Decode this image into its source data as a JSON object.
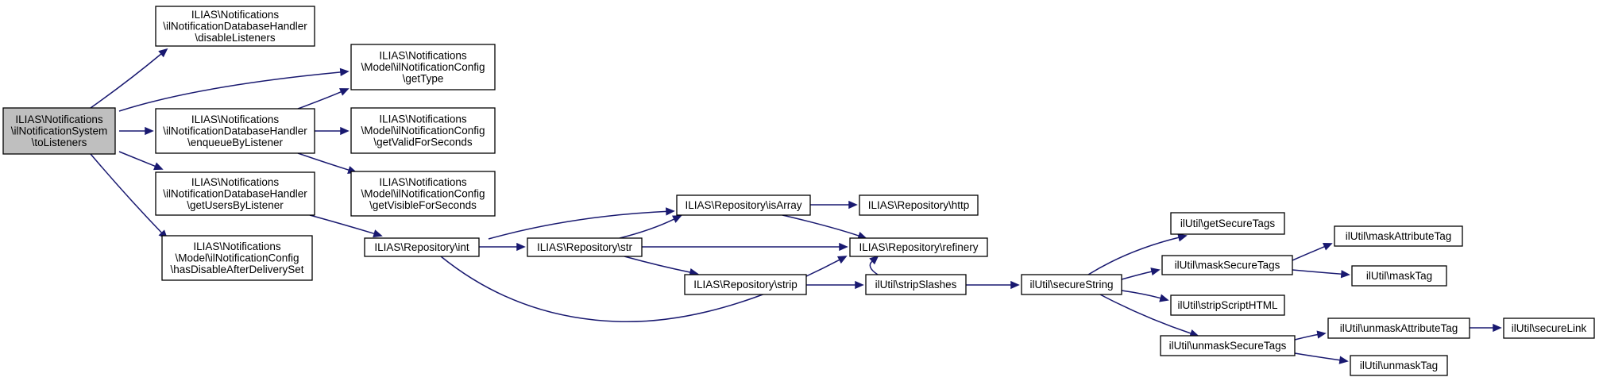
{
  "nodes": [
    {
      "id": "root",
      "lines": [
        "ILIAS\\Notifications",
        "\\ilNotificationSystem",
        "\\toListeners"
      ],
      "highlight": true
    },
    {
      "id": "disableListeners",
      "lines": [
        "ILIAS\\Notifications",
        "\\ilNotificationDatabaseHandler",
        "\\disableListeners"
      ]
    },
    {
      "id": "enqueueByListener",
      "lines": [
        "ILIAS\\Notifications",
        "\\ilNotificationDatabaseHandler",
        "\\enqueueByListener"
      ]
    },
    {
      "id": "getUsersByListener",
      "lines": [
        "ILIAS\\Notifications",
        "\\ilNotificationDatabaseHandler",
        "\\getUsersByListener"
      ]
    },
    {
      "id": "hasDisableAfterDeliverySet",
      "lines": [
        "ILIAS\\Notifications",
        "\\Model\\ilNotificationConfig",
        "\\hasDisableAfterDeliverySet"
      ]
    },
    {
      "id": "getType",
      "lines": [
        "ILIAS\\Notifications",
        "\\Model\\ilNotificationConfig",
        "\\getType"
      ]
    },
    {
      "id": "getValidForSeconds",
      "lines": [
        "ILIAS\\Notifications",
        "\\Model\\ilNotificationConfig",
        "\\getValidForSeconds"
      ]
    },
    {
      "id": "getVisibleForSeconds",
      "lines": [
        "ILIAS\\Notifications",
        "\\Model\\ilNotificationConfig",
        "\\getVisibleForSeconds"
      ]
    },
    {
      "id": "int",
      "lines": [
        "ILIAS\\Repository\\int"
      ]
    },
    {
      "id": "str",
      "lines": [
        "ILIAS\\Repository\\str"
      ]
    },
    {
      "id": "isArray",
      "lines": [
        "ILIAS\\Repository\\isArray"
      ]
    },
    {
      "id": "strip",
      "lines": [
        "ILIAS\\Repository\\strip"
      ]
    },
    {
      "id": "http",
      "lines": [
        "ILIAS\\Repository\\http"
      ]
    },
    {
      "id": "refinery",
      "lines": [
        "ILIAS\\Repository\\refinery"
      ]
    },
    {
      "id": "stripSlashes",
      "lines": [
        "ilUtil\\stripSlashes"
      ]
    },
    {
      "id": "secureString",
      "lines": [
        "ilUtil\\secureString"
      ]
    },
    {
      "id": "getSecureTags",
      "lines": [
        "ilUtil\\getSecureTags"
      ]
    },
    {
      "id": "maskSecureTags",
      "lines": [
        "ilUtil\\maskSecureTags"
      ]
    },
    {
      "id": "stripScriptHTML",
      "lines": [
        "ilUtil\\stripScriptHTML"
      ]
    },
    {
      "id": "unmaskSecureTags",
      "lines": [
        "ilUtil\\unmaskSecureTags"
      ]
    },
    {
      "id": "maskAttributeTag",
      "lines": [
        "ilUtil\\maskAttributeTag"
      ]
    },
    {
      "id": "maskTag",
      "lines": [
        "ilUtil\\maskTag"
      ]
    },
    {
      "id": "unmaskAttributeTag",
      "lines": [
        "ilUtil\\unmaskAttributeTag"
      ]
    },
    {
      "id": "unmaskTag",
      "lines": [
        "ilUtil\\unmaskTag"
      ]
    },
    {
      "id": "secureLink",
      "lines": [
        "ilUtil\\secureLink"
      ]
    }
  ],
  "edges": [
    {
      "from": "root",
      "to": "disableListeners"
    },
    {
      "from": "root",
      "to": "getType"
    },
    {
      "from": "root",
      "to": "enqueueByListener"
    },
    {
      "from": "root",
      "to": "getUsersByListener"
    },
    {
      "from": "root",
      "to": "hasDisableAfterDeliverySet"
    },
    {
      "from": "enqueueByListener",
      "to": "getType"
    },
    {
      "from": "enqueueByListener",
      "to": "getValidForSeconds"
    },
    {
      "from": "enqueueByListener",
      "to": "getVisibleForSeconds"
    },
    {
      "from": "getUsersByListener",
      "to": "int"
    },
    {
      "from": "int",
      "to": "isArray"
    },
    {
      "from": "int",
      "to": "str"
    },
    {
      "from": "int",
      "to": "refinery"
    },
    {
      "from": "str",
      "to": "isArray"
    },
    {
      "from": "str",
      "to": "refinery"
    },
    {
      "from": "str",
      "to": "strip"
    },
    {
      "from": "isArray",
      "to": "http"
    },
    {
      "from": "isArray",
      "to": "refinery"
    },
    {
      "from": "strip",
      "to": "stripSlashes"
    },
    {
      "from": "stripSlashes",
      "to": "refinery"
    },
    {
      "from": "stripSlashes",
      "to": "secureString"
    },
    {
      "from": "secureString",
      "to": "getSecureTags"
    },
    {
      "from": "secureString",
      "to": "maskSecureTags"
    },
    {
      "from": "secureString",
      "to": "stripScriptHTML"
    },
    {
      "from": "secureString",
      "to": "unmaskSecureTags"
    },
    {
      "from": "maskSecureTags",
      "to": "maskAttributeTag"
    },
    {
      "from": "maskSecureTags",
      "to": "maskTag"
    },
    {
      "from": "unmaskSecureTags",
      "to": "unmaskAttributeTag"
    },
    {
      "from": "unmaskSecureTags",
      "to": "unmaskTag"
    },
    {
      "from": "unmaskAttributeTag",
      "to": "secureLink"
    }
  ],
  "colors": {
    "edge": "#191970",
    "root_fill": "#bfbfbf",
    "node_fill": "#ffffff",
    "border": "#000000"
  }
}
